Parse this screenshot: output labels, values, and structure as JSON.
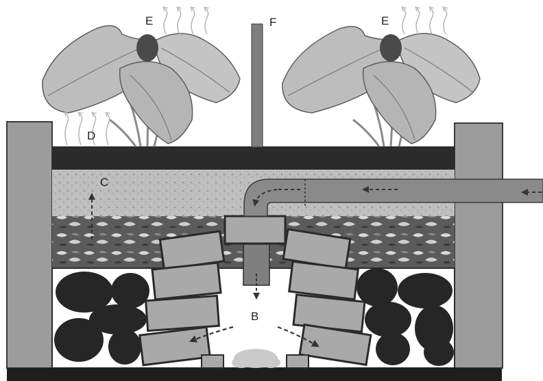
{
  "labels": {
    "b": "B",
    "c": "C",
    "d": "D",
    "e_left": "E",
    "e_right": "E",
    "f": "F"
  },
  "colors": {
    "wall": "#9b9b9b",
    "dark_band": "#2b2b2b",
    "gravel": "#b9b9b9",
    "leaf_litter": "#6e6e6e",
    "stone": "#2a2a2a",
    "brick": "#a8a8a8",
    "pipe": "#8c8c8c",
    "leaf": "#bcbcbc",
    "leaf_vein": "#7a7a7a"
  }
}
